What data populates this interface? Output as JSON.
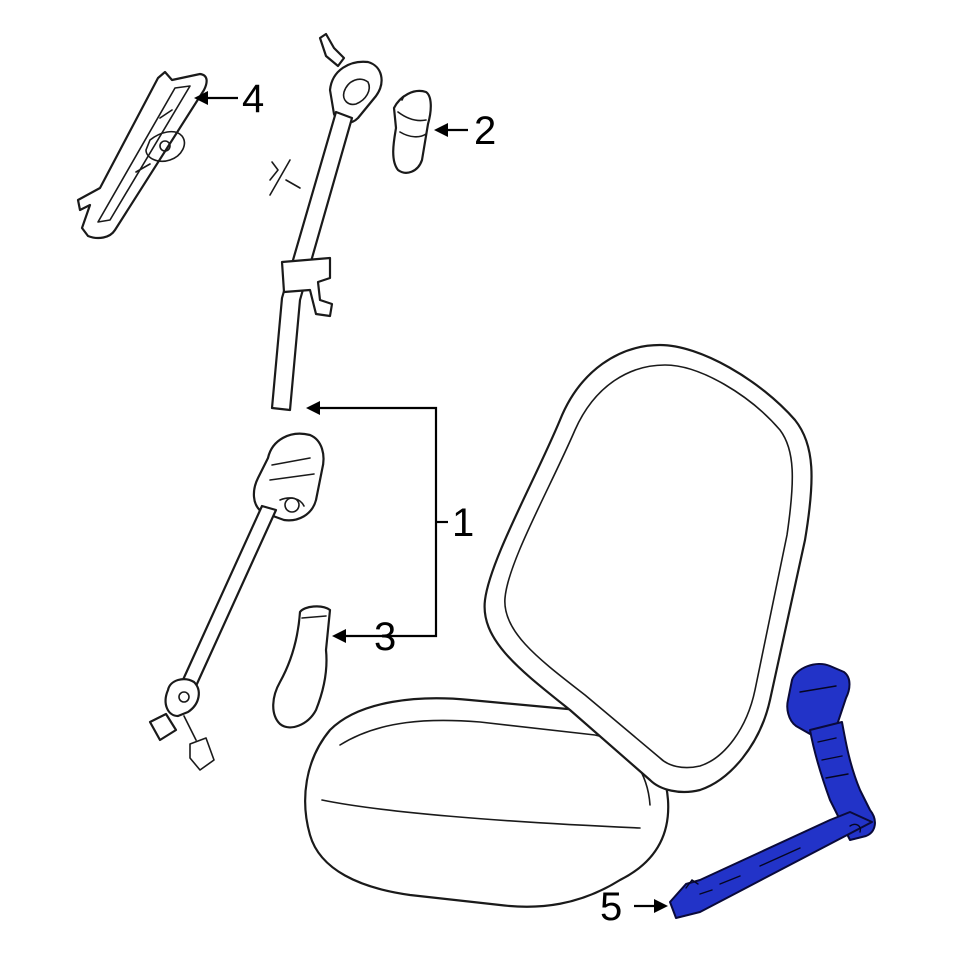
{
  "diagram": {
    "callouts": [
      {
        "id": "1",
        "label": "1"
      },
      {
        "id": "2",
        "label": "2"
      },
      {
        "id": "3",
        "label": "3"
      },
      {
        "id": "4",
        "label": "4"
      },
      {
        "id": "5",
        "label": "5"
      }
    ],
    "highlight_color": "#2233c8",
    "line_color": "#1a1a1a"
  }
}
